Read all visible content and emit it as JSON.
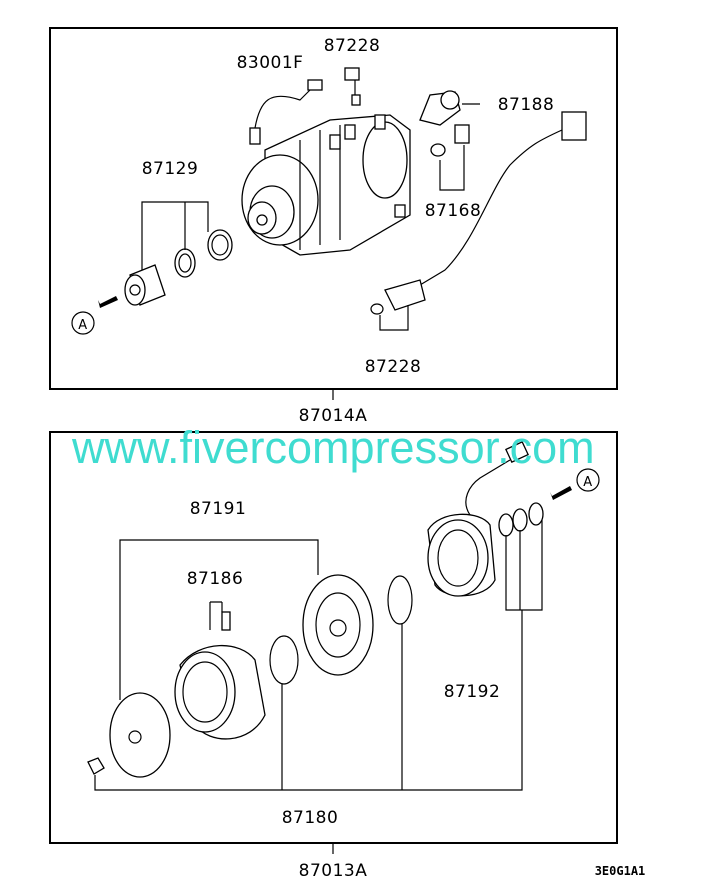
{
  "colors": {
    "watermark": "#3fdcd0",
    "lines": "#000000"
  },
  "top_assembly": {
    "assembly_number": "87014A",
    "parts": {
      "sensor_top": "87228",
      "harness": "83001F",
      "valve": "87188",
      "seal_kit": "87129",
      "switch": "87168",
      "sensor_bottom": "87228"
    },
    "ref_marker": "A"
  },
  "bottom_assembly": {
    "assembly_number": "87013A",
    "parts": {
      "clutch_hub": "87191",
      "bolt": "87186",
      "field_coil": "87192",
      "clutch_kit": "87180"
    },
    "ref_marker": "A"
  },
  "watermark": "www.fivercompressor.com",
  "diagram_code": "3E0G1A1"
}
